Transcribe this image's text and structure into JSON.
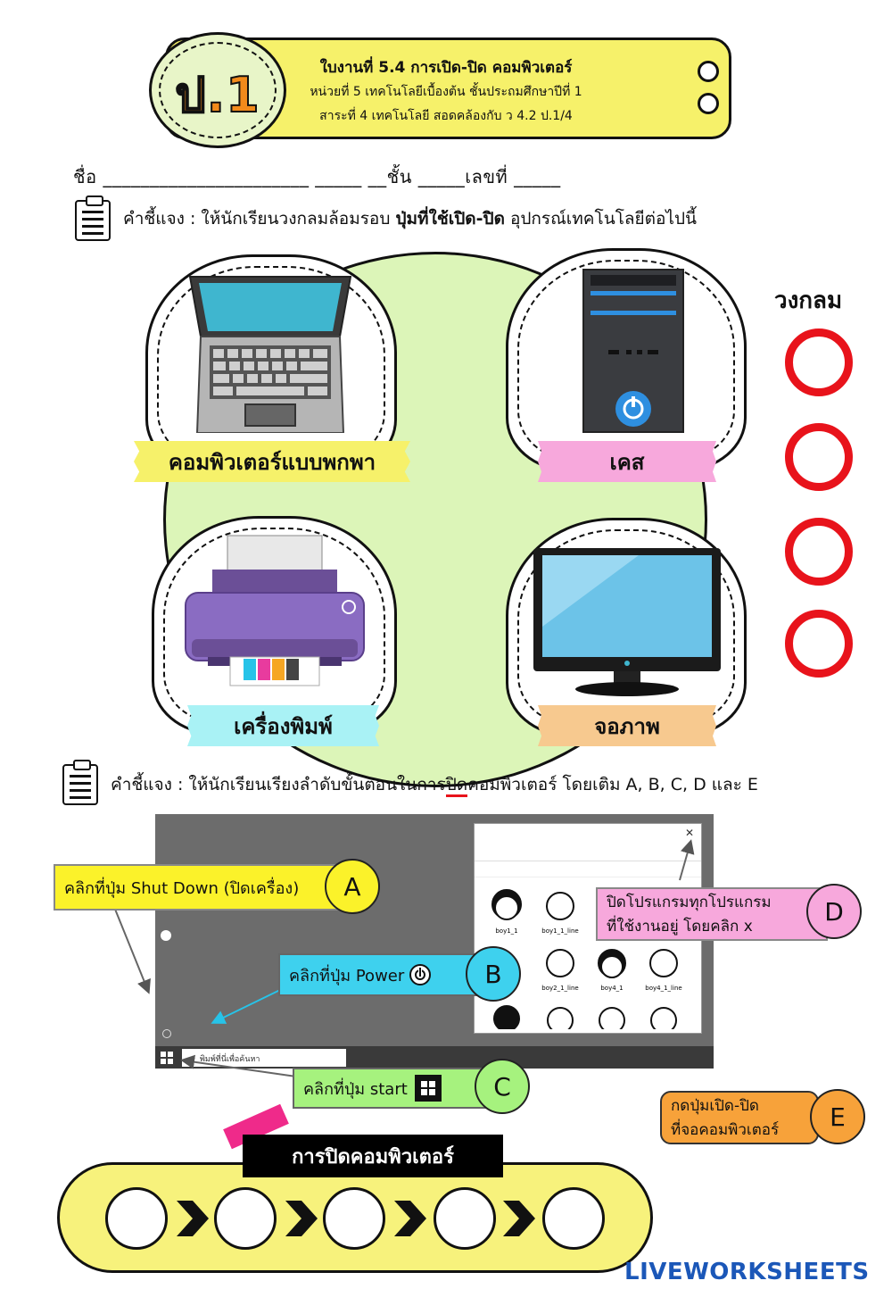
{
  "header": {
    "badge": "ป.1",
    "title": "ใบงานที่ 5.4 การเปิด-ปิด คอมพิวเตอร์",
    "subtitle1": "หน่วยที่ 5 เทคโนโลยีเบื้องต้น ชั้นประถมศึกษาปีที่ 1",
    "subtitle2": "สาระที่ 4 เทคโนโลยี สอดคล้องกับ ว 4.2 ป.1/4"
  },
  "name_line": "ชื่อ ______________________ _____ __ชั้น _____เลขที่ _____",
  "instruction1": {
    "prefix": "คำชี้แจง : ให้นักเรียนวงกลมล้อมรอบ ",
    "bold": "ปุ่มที่ใช้เปิด-ปิด",
    "suffix": " อุปกรณ์เทคโนโลยีต่อไปนี้"
  },
  "devices": {
    "laptop": "คอมพิวเตอร์แบบพกพา",
    "case": "เคส",
    "printer": "เครื่องพิมพ์",
    "monitor": "จอภาพ"
  },
  "circle_heading": "วงกลม",
  "instruction2": {
    "prefix": "คำชี้แจง : ให้นักเรียนเรียงลำดับขั้นตอนในการ",
    "underlined": "ปิด",
    "suffix": "คอมพิวเตอร์ โดยเติม A, B, C, D และ E"
  },
  "screenshot": {
    "search_placeholder": "พิมพ์ที่นี่เพื่อค้นหา",
    "file_labels": [
      "boy1_1",
      "boy1_1_line",
      "boy2_1_line",
      "boy4_1",
      "boy4_1_line"
    ]
  },
  "steps": {
    "A": {
      "letter": "A",
      "text": "คลิกที่ปุ่ม Shut Down (ปิดเครื่อง)"
    },
    "B": {
      "letter": "B",
      "text": "คลิกที่ปุ่ม Power"
    },
    "C": {
      "letter": "C",
      "text": "คลิกที่ปุ่ม start"
    },
    "D": {
      "letter": "D",
      "text_line1": "ปิดโปรแกรมทุกโปรแกรม",
      "text_line2": "ที่ใช้งานอยู่ โดยคลิก x"
    },
    "E": {
      "letter": "E",
      "text_line1": "กดปุ่มเปิด-ปิด",
      "text_line2": "ที่จอคอมพิวเตอร์"
    }
  },
  "order_title": "การปิดคอมพิวเตอร์",
  "logo": "LIVEWORKSHEETS",
  "colors": {
    "banner": "#f6f16a",
    "green": "#dcf5b8",
    "red_circle": "#e8131b",
    "tape_yellow": "#f6f16a",
    "tape_pink": "#f7a8dc",
    "tape_cyan": "#a9f2f5",
    "tape_orange": "#f7c98f"
  }
}
